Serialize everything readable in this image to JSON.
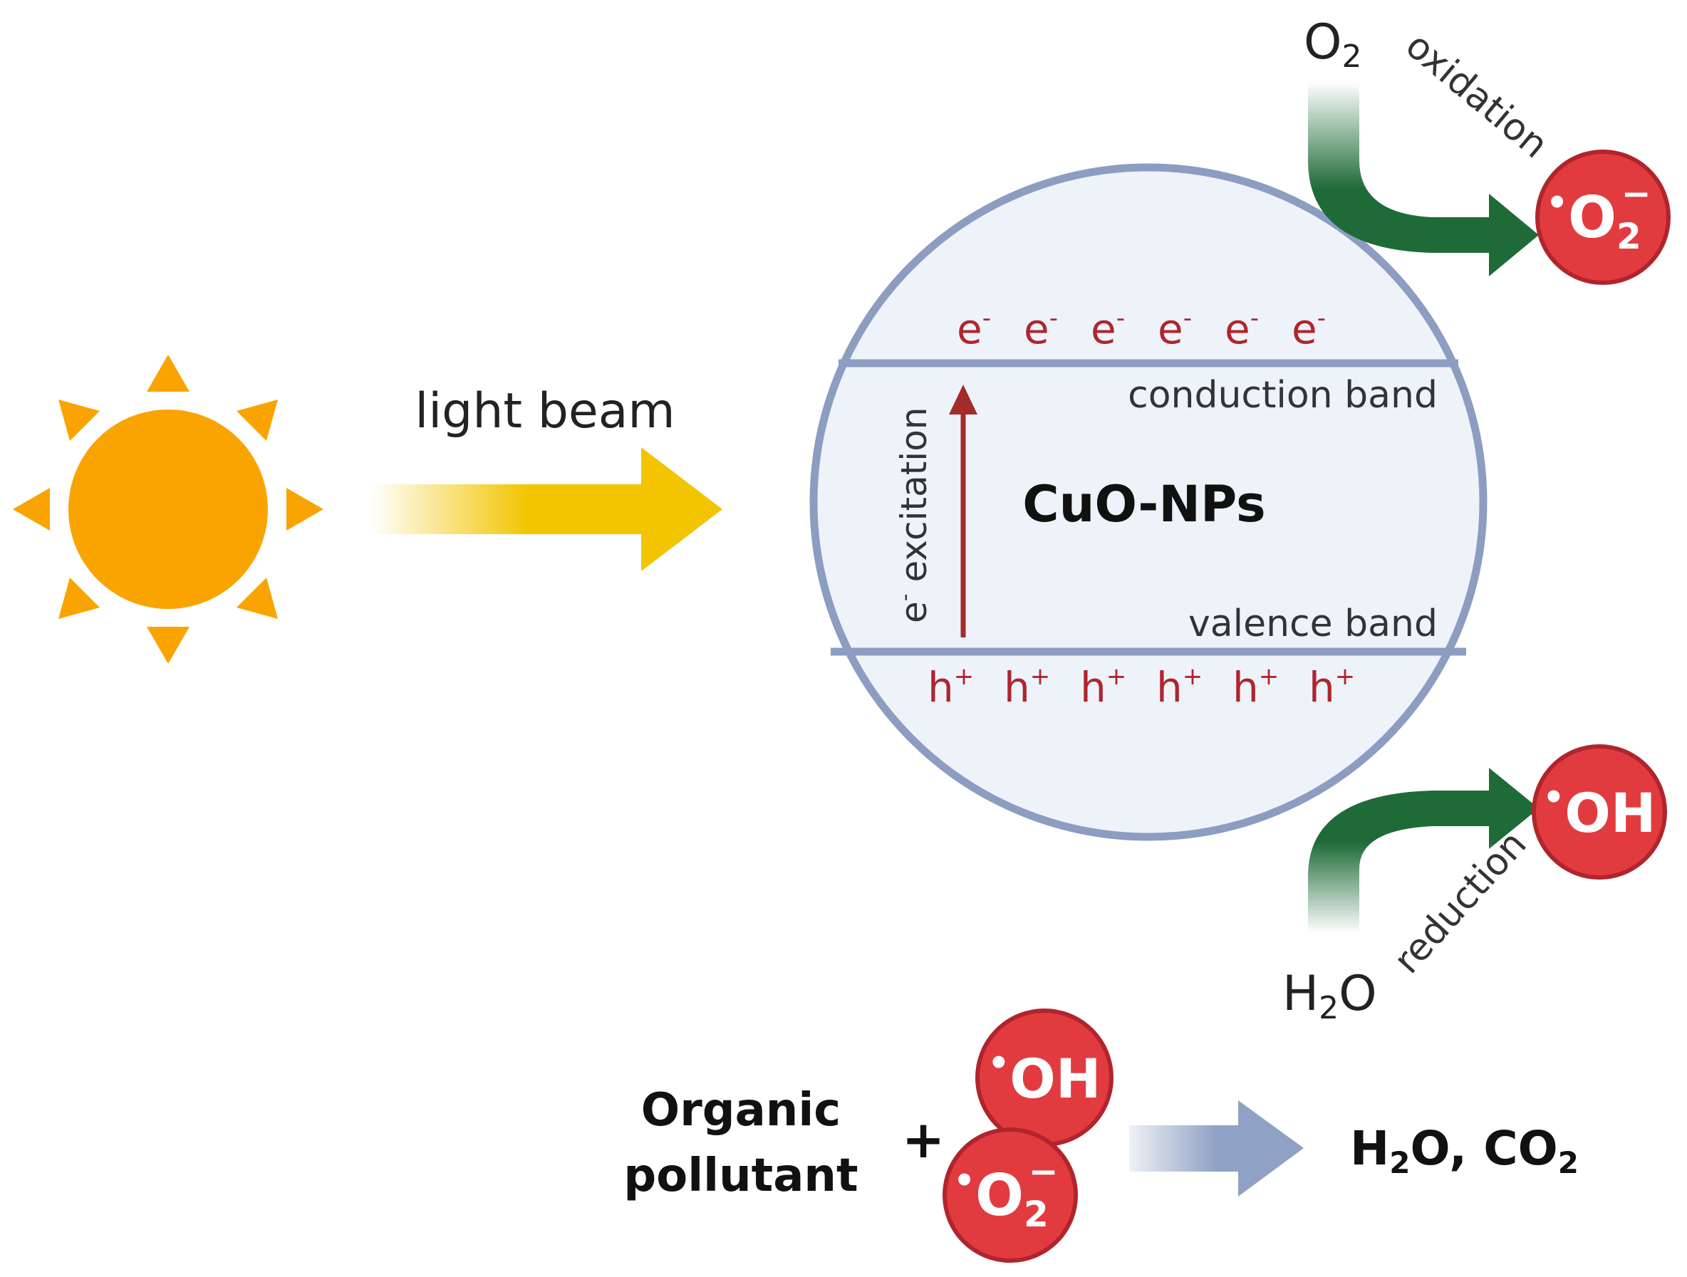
{
  "labels": {
    "light_beam": "light beam",
    "particle": "CuO-NPs",
    "conduction_band": "conduction band",
    "valence_band": "valence band",
    "excitation_e": "e",
    "excitation_minus": "-",
    "excitation_word": " excitation",
    "oxidation": "oxidation",
    "reduction": "reduction",
    "o2_main": "O",
    "o2_sub": "2",
    "h2o_h": "H",
    "h2o_sub": "2",
    "h2o_o": "O"
  },
  "electrons": {
    "symbol": "e",
    "charge": "-",
    "items": [
      "e-",
      "e-",
      "e-",
      "e-",
      "e-",
      "e-"
    ]
  },
  "holes": {
    "symbol": "h",
    "charge": "+",
    "items": [
      "h+",
      "h+",
      "h+",
      "h+",
      "h+",
      "h+"
    ]
  },
  "radicals": {
    "superoxide": {
      "dot": "•",
      "main": "O",
      "sub": "2",
      "sup": "−"
    },
    "hydroxyl": {
      "dot": "•",
      "main": "OH"
    }
  },
  "equation": {
    "reactant_line1": "Organic",
    "reactant_line2": "pollutant",
    "plus": "+",
    "product_h": "H",
    "product_sub1": "2",
    "product_mid": "O, CO",
    "product_sub2": "2"
  },
  "colors": {
    "sun": "#F9A400",
    "beam": "#F2C500",
    "particle_fill": "#EEF3FA",
    "particle_stroke": "#8C9DC1",
    "carrier_text": "#B0252C",
    "excitation_arrow": "#A52A2A",
    "radical_fill": "#E23B3F",
    "green_arrow": "#1F6B37",
    "equation_arrow": "#8FA1C4"
  }
}
